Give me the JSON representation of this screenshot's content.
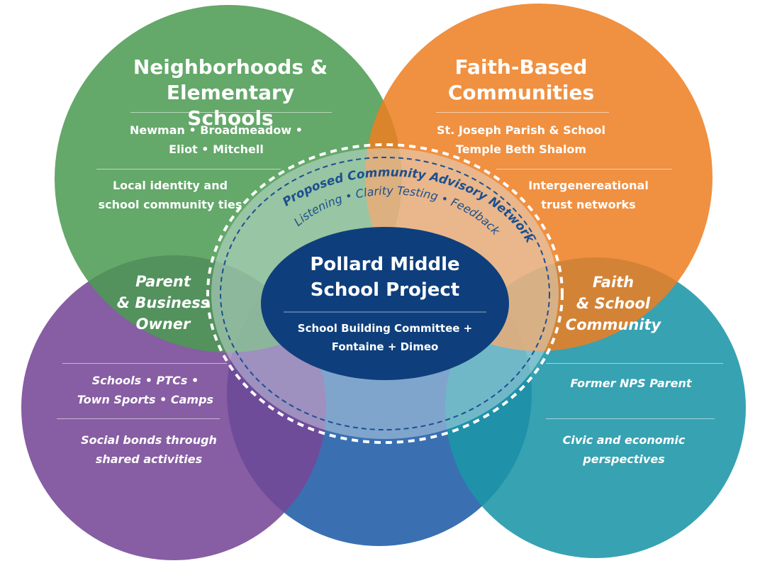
{
  "colors": {
    "green": "#4a9a52",
    "orange": "#ee7e22",
    "purple": "#764796",
    "blue": "#2f68ad",
    "teal": "#1b95a7",
    "center": "#0e3f7c",
    "dash": "#ffffff",
    "network_text": "#1d4f8f"
  },
  "circles": {
    "neighborhoods": {
      "title": [
        "Neighborhoods &",
        "Elementary Schools"
      ],
      "members": [
        "Newman • Broadmeadow •",
        "Eliot • Mitchell"
      ],
      "description": [
        "Local identity and",
        "school community ties"
      ]
    },
    "faith": {
      "title": [
        "Faith-Based",
        "Communities"
      ],
      "members": [
        "St. Joseph Parish & School",
        "Temple Beth Shalom"
      ],
      "description": [
        "Intergenereational",
        "trust networks"
      ]
    },
    "parents": {
      "members": [
        "Schools • PTCs •",
        "Town Sports • Camps"
      ],
      "description": [
        "Social bonds through",
        "shared activities"
      ]
    },
    "civic": {
      "members": [
        "Former NPS Parent"
      ],
      "description": [
        "Civic and economic",
        "perspectives"
      ]
    }
  },
  "overlaps": {
    "parent_business": [
      "Parent",
      "& Business",
      "Owner"
    ],
    "faith_school": [
      "Faith",
      "& School",
      "Community"
    ]
  },
  "network": {
    "title": "Proposed Community Advisory Network",
    "subtitle": "Listening • Clarity Testing • Feedback"
  },
  "center": {
    "title": [
      "Pollard Middle",
      "School Project"
    ],
    "team": [
      "School Building Committee +",
      "Fontaine + Dimeo"
    ]
  }
}
